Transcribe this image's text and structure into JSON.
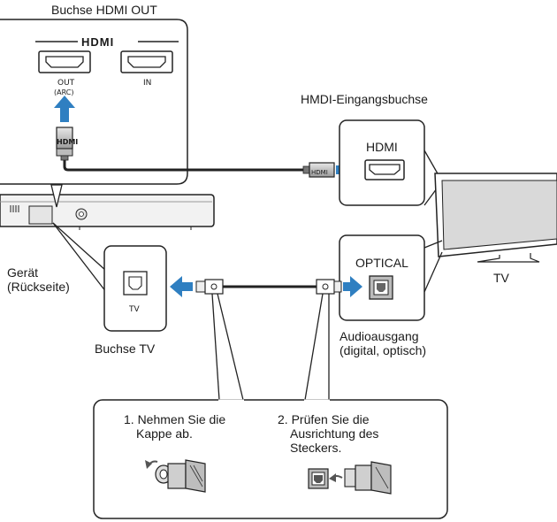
{
  "labels": {
    "hdmi_out_jack": "Buchse HDMI OUT",
    "hdmi_input_jack": "HMDI-Eingangsbuchse",
    "unit_rear_line1": "Gerät",
    "unit_rear_line2": "(Rückseite)",
    "tv": "TV",
    "tv_jack": "Buchse TV",
    "audio_out_line1": "Audioausgang",
    "audio_out_line2": "(digital, optisch)"
  },
  "hdmi_panel": {
    "logo": "HDMI",
    "out_label": "OUT",
    "arc_label": "(ARC)",
    "in_label": "IN",
    "plug_label": "HDMI"
  },
  "tv_hdmi": {
    "label": "HDMI"
  },
  "tv_optical": {
    "label": "OPTICAL"
  },
  "tv_jack_label": "TV",
  "steps": {
    "step1_line1": "1. Nehmen Sie die",
    "step1_line2": "Kappe ab.",
    "step2_line1": "2. Prüfen Sie die",
    "step2_line2": "Ausrichtung des",
    "step2_line3": "Steckers."
  },
  "colors": {
    "arrow": "#2f7fc1",
    "outline": "#222222",
    "device": "#f2f2f2",
    "tv_screen": "#d9d9d9"
  }
}
